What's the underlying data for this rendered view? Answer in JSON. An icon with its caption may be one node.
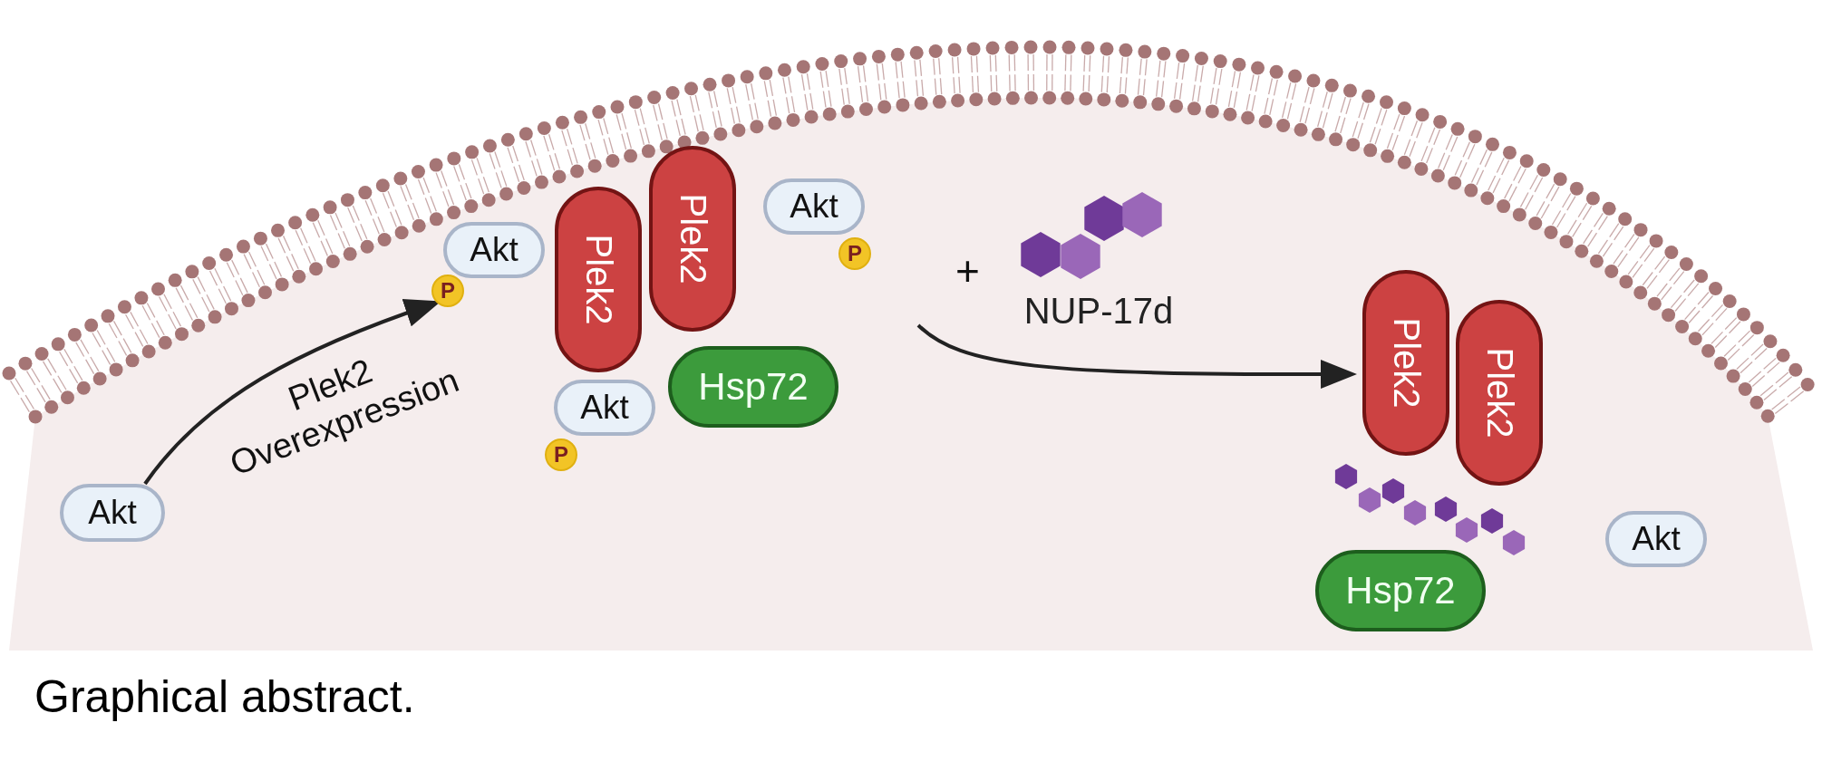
{
  "diagram": {
    "caption": "Graphical abstract.",
    "nodes": [
      {
        "text": [
          "Akt"
        ]
      },
      {
        "text": [
          "Akt"
        ]
      },
      {
        "text": [
          "P"
        ]
      },
      {
        "text": [
          "Plek2"
        ]
      },
      {
        "text": [
          "Plek2"
        ]
      },
      {
        "text": [
          "Akt"
        ]
      },
      {
        "text": [
          "P"
        ]
      },
      {
        "text": [
          "Akt"
        ]
      },
      {
        "text": [
          "P"
        ]
      },
      {
        "text": [
          "Hsp72"
        ]
      },
      {
        "text": [
          "NUP-17d"
        ]
      },
      {
        "text": [
          "Plek2"
        ]
      },
      {
        "text": [
          "Plek2"
        ]
      },
      {
        "text": [
          "Hsp72"
        ]
      },
      {
        "text": [
          "Akt"
        ]
      }
    ],
    "edges": [
      {
        "from": 0,
        "to": 2,
        "arrow": "to",
        "label": "Plek2 Overexpression"
      },
      {
        "from": null,
        "to": 11,
        "arrow": "to"
      }
    ],
    "labels": [
      "+"
    ]
  }
}
